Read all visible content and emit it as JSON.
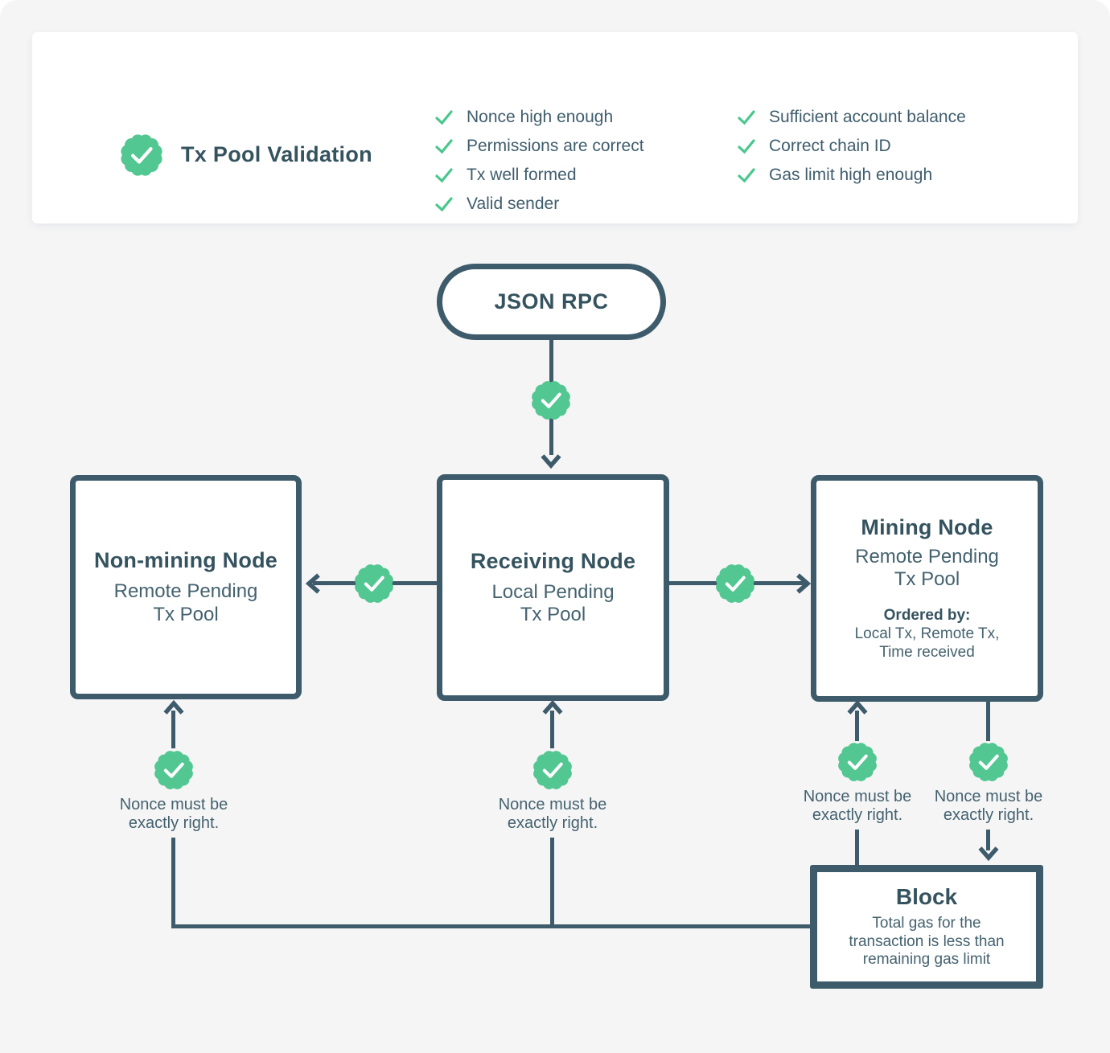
{
  "card": {
    "title": "Tx Pool Validation",
    "checklist_col1": [
      "Nonce high enough",
      "Permissions are correct",
      "Tx well formed",
      "Valid sender"
    ],
    "checklist_col2": [
      "Sufficient account balance",
      "Correct chain ID",
      "Gas limit high enough"
    ]
  },
  "flow": {
    "json_rpc_label": "JSON RPC",
    "non_mining": {
      "title": "Non-mining Node",
      "lines": [
        "Remote Pending",
        "Tx Pool"
      ]
    },
    "receiving": {
      "title": "Receiving Node",
      "lines": [
        "Local Pending",
        "Tx Pool"
      ]
    },
    "mining": {
      "title": "Mining Node",
      "lines": [
        "Remote Pending",
        "Tx Pool"
      ],
      "ordered_by_label": "Ordered by:",
      "ordered_by_lines": [
        "Local Tx, Remote Tx,",
        "Time received"
      ]
    },
    "block": {
      "title": "Block",
      "lines": [
        "Total gas for the",
        "transaction is less than",
        "remaining gas limit"
      ]
    },
    "nonce_note": [
      "Nonce must be",
      "exactly right."
    ]
  },
  "colors": {
    "accent_green": "#52C791",
    "slate": "#3D5B6A",
    "background": "#F5F5F6",
    "card_background": "#FFFFFF"
  },
  "icons": {
    "badge": "seal-checkmark-icon",
    "list_check": "check-icon",
    "arrow": "arrowhead-icon"
  }
}
